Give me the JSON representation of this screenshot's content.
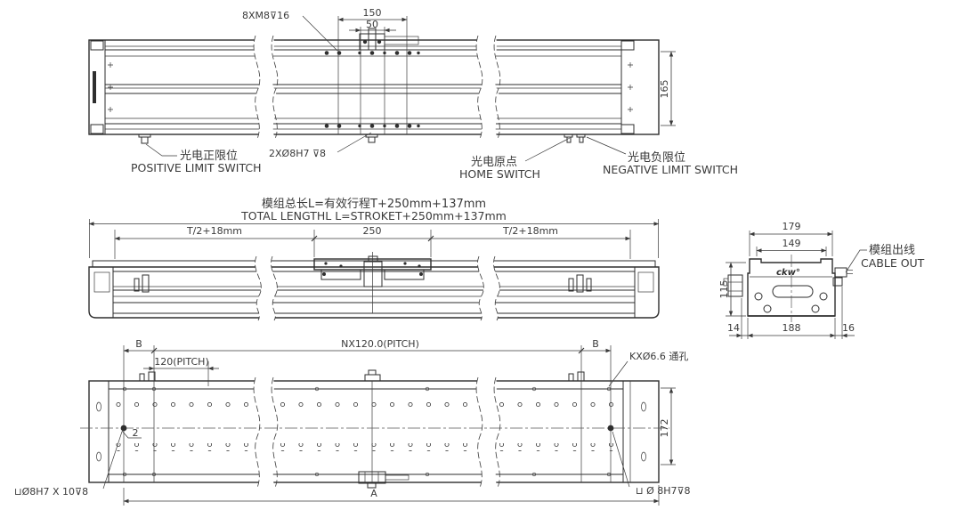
{
  "title": "Linear module dimensional drawing",
  "colors": {
    "line": "#2e2e2e",
    "text": "#3a3a3a",
    "background": "#ffffff"
  },
  "top_view": {
    "thread_callout": "8XM8⊽16",
    "dim_150": "150",
    "dim_50": "50",
    "dim_165": "165",
    "dowel_callout": "2XØ8H7 ⊽8",
    "positive_limit_cn": "光电正限位",
    "positive_limit_en": "POSITIVE LIMIT SWITCH",
    "home_cn": "光电原点",
    "home_en": "HOME SWITCH",
    "negative_limit_cn": "光电负限位",
    "negative_limit_en": "NEGATIVE LIMIT SWITCH"
  },
  "front_view": {
    "length_formula_cn": "模组总长L=有效行程T+250mm+137mm",
    "length_formula_en": "TOTAL LENGTHL L=STROKET+250mm+137mm",
    "dim_left": "T/2+18mm",
    "dim_center": "250",
    "dim_right": "T/2+18mm"
  },
  "end_view": {
    "dim_179": "179",
    "dim_149": "149",
    "dim_115": "115",
    "dim_14": "14",
    "dim_188": "188",
    "dim_16": "16",
    "logo": "ckw°",
    "cable_out_cn": "模组出线",
    "cable_out_en": "CABLE OUT"
  },
  "bottom_view": {
    "dim_b_left": "B",
    "dim_b_right": "B",
    "dim_pitch_total": "NX120.0(PITCH)",
    "dim_pitch": "120(PITCH)",
    "through_hole_callout": "KXØ6.6 通孔",
    "dim_172": "172",
    "dim_2": "2",
    "counterbore_left": "⊔Ø8H7 X 10⊽8",
    "counterbore_right": "⊔ Ø 8H7⊽8",
    "dim_a": "A"
  }
}
